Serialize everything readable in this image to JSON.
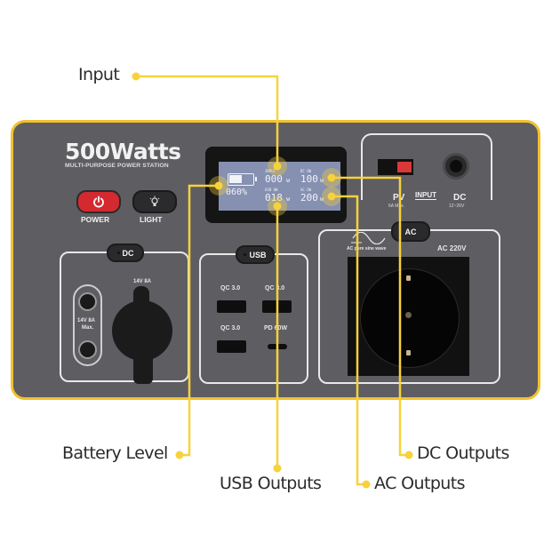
{
  "product": {
    "brand_title": "500Watts",
    "subtitle": "MULTI-PURPOSE POWER STATION",
    "panel_color": "#5e5d62",
    "frame_color": "#f2c12e"
  },
  "buttons": {
    "power_label": "POWER",
    "light_label": "LIGHT",
    "power_color": "#d42a2f"
  },
  "lcd": {
    "battery_percent": 60,
    "battery_text": "060%",
    "input_label": "INPUT",
    "input_value": "000",
    "usb_label": "USB OW",
    "usb_value": "018",
    "dc_label": "DC OW",
    "dc_value": "100",
    "ac_label": "AC OW",
    "ac_value": "200",
    "unit": "w"
  },
  "input_panel": {
    "pv_label": "PV",
    "pv_sub": "6A Max.",
    "input_label": "INPUT",
    "dc_label": "DC",
    "dc_sub": "12~26V"
  },
  "dc_section": {
    "badge": "DC",
    "barrel_label_1": "14V 8A",
    "barrel_label_2": "Max.",
    "car_socket_label": "14V 8A"
  },
  "usb_section": {
    "badge": "USB",
    "ports": [
      "QC 3.0",
      "QC 3.0",
      "QC 3.0",
      "PD 60W"
    ]
  },
  "ac_section": {
    "badge": "AC",
    "wave_label": "AC pure sine wave",
    "voltage_label": "AC 220V"
  },
  "callouts": {
    "input": "Input",
    "battery_level": "Battery Level",
    "usb_outputs": "USB Outputs",
    "ac_outputs": "AC Outputs",
    "dc_outputs": "DC Outputs",
    "line_color": "#f7d23a"
  }
}
